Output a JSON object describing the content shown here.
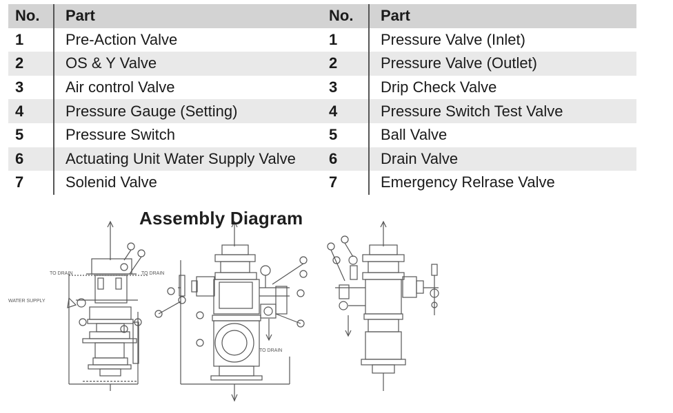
{
  "tables": [
    {
      "headers": {
        "no": "No.",
        "part": "Part"
      },
      "rows": [
        {
          "no": "1",
          "part": "Pre-Action Valve"
        },
        {
          "no": "2",
          "part": "OS & Y Valve"
        },
        {
          "no": "3",
          "part": "Air control Valve"
        },
        {
          "no": "4",
          "part": "Pressure Gauge (Setting)"
        },
        {
          "no": "5",
          "part": "Pressure Switch"
        },
        {
          "no": "6",
          "part": "Actuating Unit Water Supply Valve"
        },
        {
          "no": "7",
          "part": "Solenid Valve"
        }
      ]
    },
    {
      "headers": {
        "no": "No.",
        "part": "Part"
      },
      "rows": [
        {
          "no": "1",
          "part": "Pressure Valve (Inlet)"
        },
        {
          "no": "2",
          "part": "Pressure Valve (Outlet)"
        },
        {
          "no": "3",
          "part": "Drip Check Valve"
        },
        {
          "no": "4",
          "part": "Pressure Switch Test Valve"
        },
        {
          "no": "5",
          "part": "Ball Valve"
        },
        {
          "no": "6",
          "part": "Drain Valve"
        },
        {
          "no": "7",
          "part": "Emergency Relrase Valve"
        }
      ]
    }
  ],
  "diagram": {
    "title": "Assembly Diagram",
    "labels": {
      "to_drain_left": "TO DRAIN",
      "to_drain_right": "TO DRAIN",
      "water_supply": "WATER SUPPLY",
      "to_drain_center": "TO DRAIN"
    }
  }
}
